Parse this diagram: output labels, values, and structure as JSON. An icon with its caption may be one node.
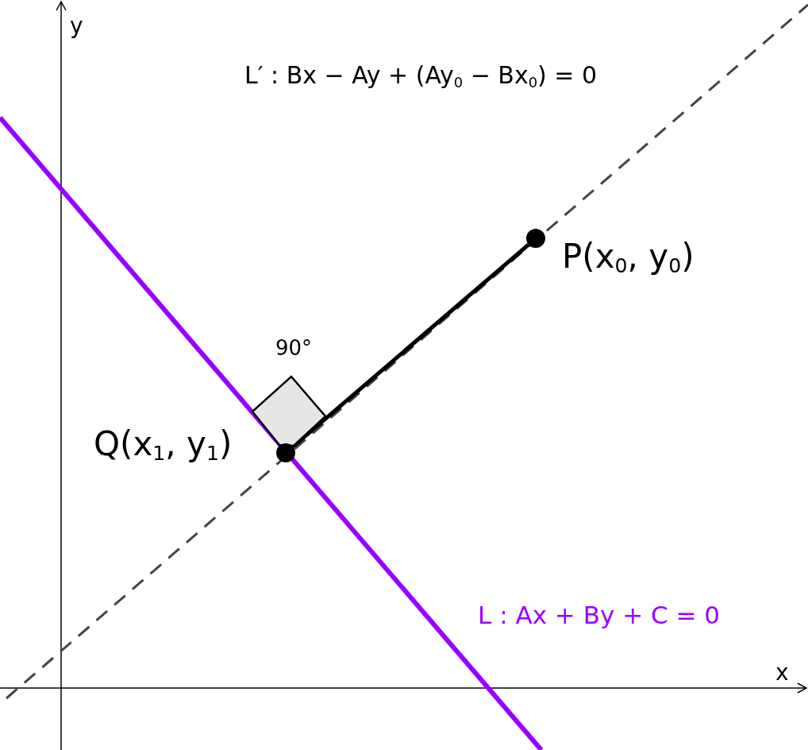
{
  "diagram": {
    "nodes": [
      {
        "text": [],
        "shape": "circle",
        "beside": [
          "P(x$_{0}$, y$_{0}$)"
        ]
      },
      {
        "text": [],
        "shape": "circle"
      },
      {
        "text": [],
        "shape": "diamond",
        "beside": [
          "90°"
        ]
      }
    ],
    "edges": [
      {
        "from": 1,
        "to": 0,
        "arrow": "none"
      }
    ],
    "labels": [
      "y",
      "L′ : Bx − Ay + (Ay$_{0}$ − Bx$_{0}$) = 0",
      "Q(x$_{1}$, y$_{1}$)",
      "L : Ax + By + C = 0",
      "x"
    ]
  }
}
